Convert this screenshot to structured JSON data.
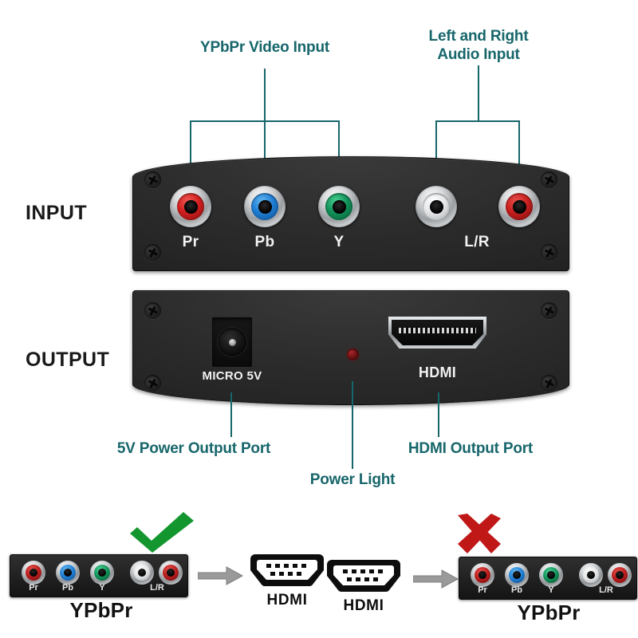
{
  "diagram": {
    "title_callouts": {
      "ypbpr_video_input": "YPbPr Video Input",
      "audio_input": "Left and Right\nAudio Input"
    },
    "side_labels": {
      "input": "INPUT",
      "output": "OUTPUT"
    },
    "input_panel": {
      "name": "input-panel",
      "jacks": [
        {
          "label": "Pr",
          "color": "#d21f1f",
          "role": "component-video-red"
        },
        {
          "label": "Pb",
          "color": "#1f7ed4",
          "role": "component-video-blue"
        },
        {
          "label": "Y",
          "color": "#119159",
          "role": "component-video-green"
        },
        {
          "label": "",
          "color": "#f2f2f2",
          "role": "audio-left-white"
        },
        {
          "label": "",
          "color": "#c8201f",
          "role": "audio-right-red"
        }
      ],
      "group_label_video": "",
      "group_label_audio": "L/R"
    },
    "output_panel": {
      "name": "output-panel",
      "power_port_label": "MICRO 5V",
      "hdmi_port_label": "HDMI"
    },
    "bottom_callouts": {
      "power": "5V Power Output Port",
      "led": "Power Light",
      "hdmi": "HDMI Output Port"
    },
    "comparison": {
      "supported": {
        "mark": "check",
        "mark_color": "#14962f",
        "source_label": "YPbPr",
        "target_label": "HDMI",
        "jack_labels": [
          "Pr",
          "Pb",
          "Y",
          "L/R"
        ]
      },
      "unsupported": {
        "mark": "cross",
        "mark_color": "#c01717",
        "source_label": "HDMI",
        "target_label": "YPbPr",
        "jack_labels": [
          "Pr",
          "Pb",
          "Y",
          "L/R"
        ]
      }
    },
    "colors": {
      "callout_teal": "#17666b",
      "leader_teal": "#17666b",
      "body_black": "#242424",
      "arrow_gray": "#9a9a9a"
    }
  }
}
